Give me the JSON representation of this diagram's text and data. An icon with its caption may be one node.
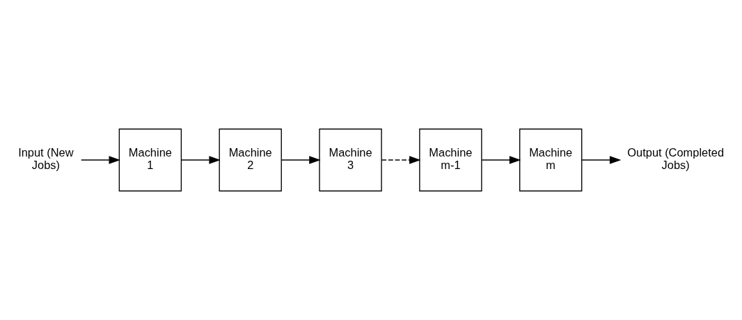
{
  "diagram": {
    "nodes": [
      {
        "text": [
          "Input (New Jobs)"
        ]
      },
      {
        "text": [
          "Machine 1"
        ]
      },
      {
        "text": [
          "Machine 2"
        ]
      },
      {
        "text": [
          "Machine 3"
        ]
      },
      {
        "text": [
          "Machine m-1"
        ]
      },
      {
        "text": [
          "Machine m"
        ]
      },
      {
        "text": [
          "Output (Completed Jobs)"
        ]
      }
    ],
    "edges": [
      {
        "from": 0,
        "to": 1,
        "arrow": "to"
      },
      {
        "from": 1,
        "to": 2,
        "arrow": "to"
      },
      {
        "from": 2,
        "to": 3,
        "arrow": "to"
      },
      {
        "from": 3,
        "to": 4,
        "arrow": "to",
        "style": "dashed"
      },
      {
        "from": 4,
        "to": 5,
        "arrow": "to"
      },
      {
        "from": 5,
        "to": 6,
        "arrow": "to"
      }
    ]
  }
}
